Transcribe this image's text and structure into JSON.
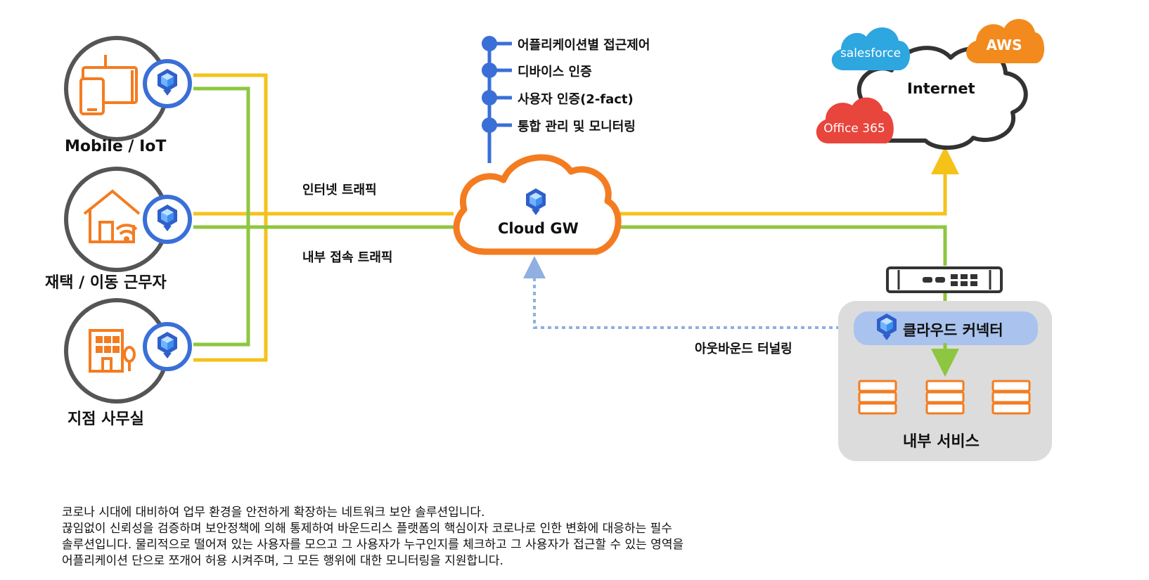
{
  "endpoints": [
    {
      "label": "Mobile / IoT"
    },
    {
      "label": "재택 / 이동 근무자"
    },
    {
      "label": "지점 사무실"
    }
  ],
  "traffic": {
    "internet": "인터넷 트래픽",
    "internal": "내부 접속 트래픽",
    "tunnel": "아웃바운드 터널링"
  },
  "features": [
    "어플리케이션별 접근제어",
    "디바이스 인증",
    "사용자 인증(2-fact)",
    "통합 관리 및 모니터링"
  ],
  "gateway": {
    "label": "Cloud GW"
  },
  "internet": {
    "label": "Internet",
    "services": {
      "salesforce": "salesforce",
      "aws": "AWS",
      "office": "Office 365"
    }
  },
  "connector": {
    "label": "클라우드 커넥터"
  },
  "internal": {
    "label": "내부 서비스"
  },
  "description": [
    "코로나 시대에 대비하여 업무 환경을 안전하게 확장하는 네트워크 보안 솔루션입니다.",
    "끊임없이 신뢰성을 검증하며 보안정책에 의해 통제하여 바운드리스 플랫폼의 핵심이자 코로나로 인한 변화에 대응하는 필수",
    "솔루션입니다. 물리적으로 떨어져 있는 사용자를 모으고 그 사용자가 누구인지를 체크하고 그 사용자가 접근할 수 있는 영역을",
    "어플리케이션 단으로 쪼개어 허용 시켜주며, 그 모든 행위에 대한 모니터링을 지원합니다."
  ],
  "colors": {
    "yellow_line": "#f5c21a",
    "green_line": "#8dc63f",
    "orange_accent": "#f47c20",
    "blue_accent": "#3a6fd8",
    "dotted_line": "#8fb0e0",
    "gray_circle": "#555555",
    "connector_bg": "#a9c3ee",
    "internal_bg": "#dcdcdc",
    "salesforce": "#2ea6e0",
    "aws": "#f28a1e",
    "office": "#e8453c"
  }
}
